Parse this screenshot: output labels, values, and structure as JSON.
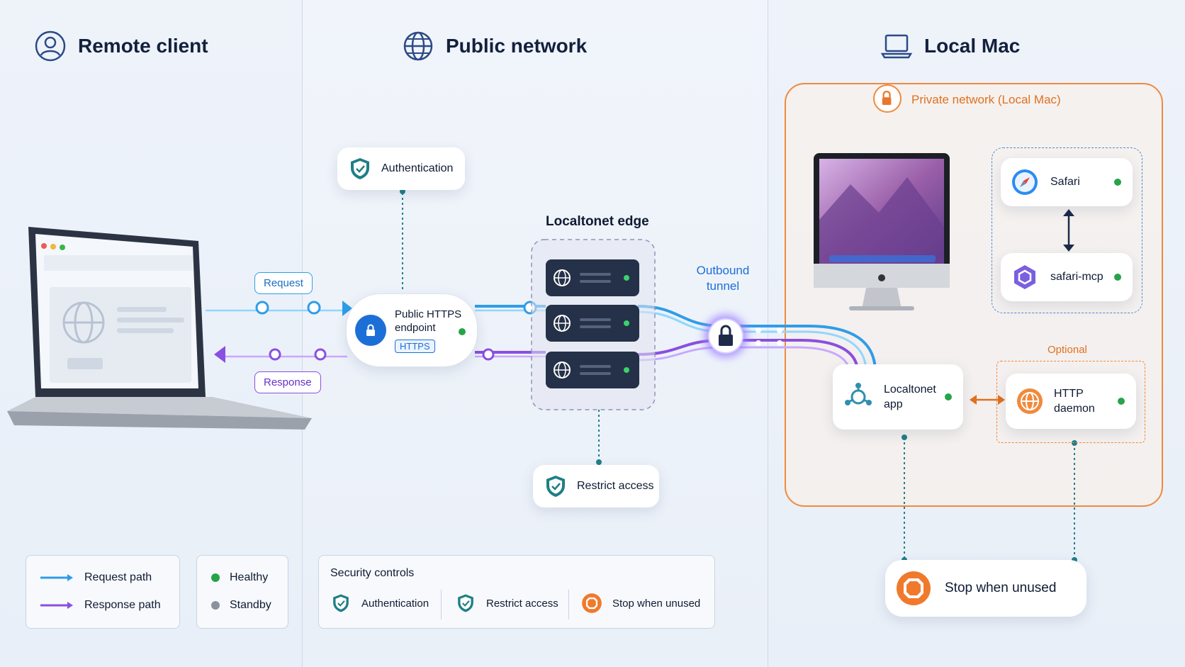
{
  "panels": {
    "remote": {
      "title": "Remote client"
    },
    "public": {
      "title": "Public network"
    },
    "local": {
      "title": "Local Mac"
    }
  },
  "flow": {
    "request_label": "Request",
    "response_label": "Response"
  },
  "endpoint": {
    "title_line1": "Public HTTPS",
    "title_line2": "endpoint",
    "badge": "HTTPS"
  },
  "edge": {
    "title": "Localtonet edge"
  },
  "auth_card": {
    "label": "Authentication"
  },
  "restrict_card": {
    "label": "Restrict access"
  },
  "tunnel": {
    "line1": "Outbound",
    "line2": "tunnel"
  },
  "private_network": {
    "label": "Private network (Local Mac)"
  },
  "apps": {
    "safari": "Safari",
    "safari_mcp": "safari-mcp",
    "localtonet_line1": "Localtonet",
    "localtonet_line2": "app",
    "optional_label": "Optional",
    "daemon_line1": "HTTP",
    "daemon_line2": "daemon"
  },
  "stop_card": {
    "label": "Stop when unused"
  },
  "legend_paths": {
    "request": "Request path",
    "response": "Response path"
  },
  "legend_status": {
    "healthy": "Healthy",
    "standby": "Standby"
  },
  "security_controls": {
    "title": "Security controls",
    "items": [
      "Authentication",
      "Restrict access",
      "Stop when unused"
    ]
  },
  "colors": {
    "request": "#2f9de8",
    "response": "#8a4fe0",
    "healthy": "#27a34a",
    "standby": "#8b929c",
    "private_border": "#f08a3c",
    "navy": "#1d2a48"
  }
}
